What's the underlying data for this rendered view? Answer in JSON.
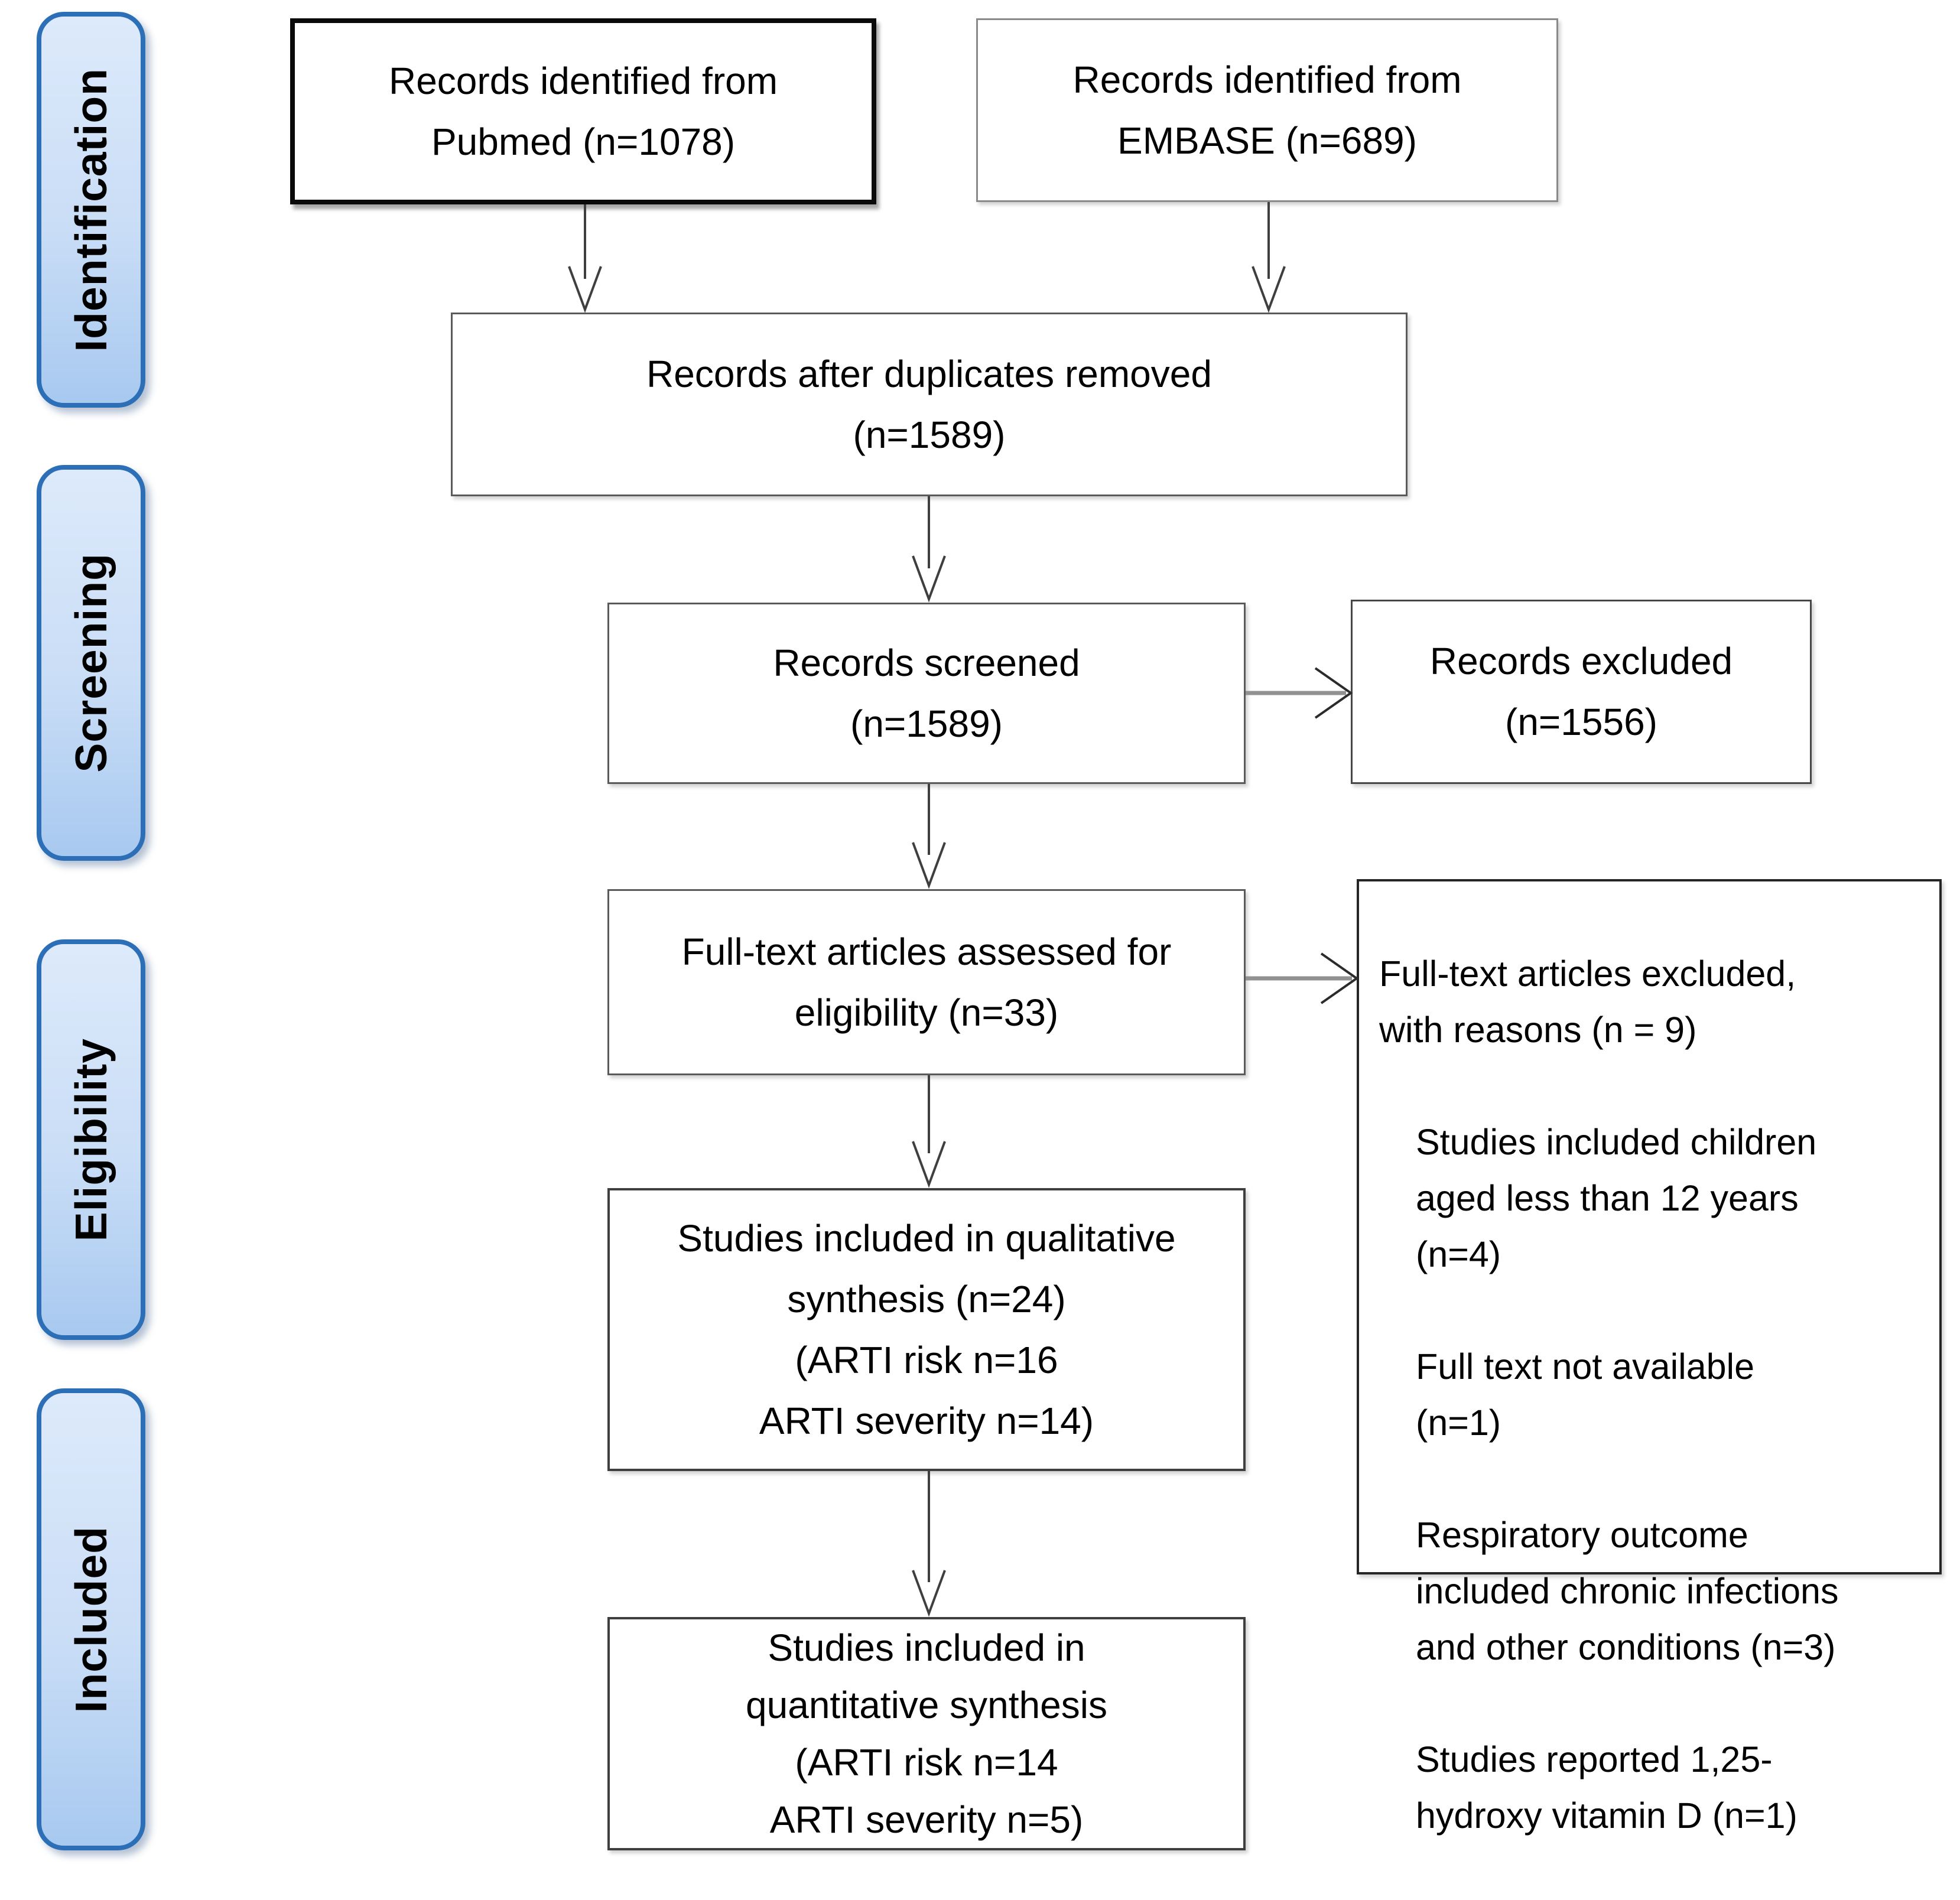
{
  "diagram": {
    "title": "PRISMA study selection flow diagram",
    "stages": [
      {
        "id": "identification",
        "label": "Identification"
      },
      {
        "id": "screening",
        "label": "Screening"
      },
      {
        "id": "eligibility",
        "label": "Eligibility"
      },
      {
        "id": "included",
        "label": "Included"
      }
    ],
    "boxes": {
      "pubmed": {
        "text": "Records identified from\nPubmed (n=1078)",
        "n": 1078
      },
      "embase": {
        "text": "Records identified from\nEMBASE (n=689)",
        "n": 689
      },
      "duplicates": {
        "text": "Records after duplicates removed\n(n=1589)",
        "n": 1589
      },
      "screened": {
        "text": "Records screened\n(n=1589)",
        "n": 1589
      },
      "excluded": {
        "text": "Records excluded\n(n=1556)",
        "n": 1556
      },
      "fulltext": {
        "text": "Full-text articles assessed for\neligibility (n=33)",
        "n": 33
      },
      "qualitative": {
        "text": "Studies included in qualitative\nsynthesis (n=24)\n(ARTI risk n=16\nARTI severity n=14)",
        "n": 24
      },
      "quantitative": {
        "text": "Studies included in\nquantitative synthesis\n(ARTI risk n=14\nARTI severity n=5)",
        "n": 14
      },
      "reasons": {
        "header": "Full-text articles excluded,\nwith reasons (n = 9)",
        "n": 9,
        "items": [
          "Studies included children\naged less than 12 years\n(n=4)",
          "Full text not available\n(n=1)",
          "Respiratory outcome\nincluded chronic infections\nand other conditions (n=3)",
          "Studies reported 1,25-\nhydroxy vitamin D (n=1)"
        ]
      }
    },
    "colors": {
      "stage_border": "#2C6FB7",
      "stage_fill_top": "#DDEAFB",
      "stage_fill_mid": "#C9DDF6",
      "stage_fill_bottom": "#A8C9F0",
      "box_border": "#5A5A5A",
      "emphasis_border": "#0A0A0A",
      "reasons_border": "#262626",
      "arrow_stroke": "#3F3F3F",
      "arrow_shaft_gray": "#919191",
      "text": "#000000",
      "background": "#FFFFFF"
    }
  }
}
